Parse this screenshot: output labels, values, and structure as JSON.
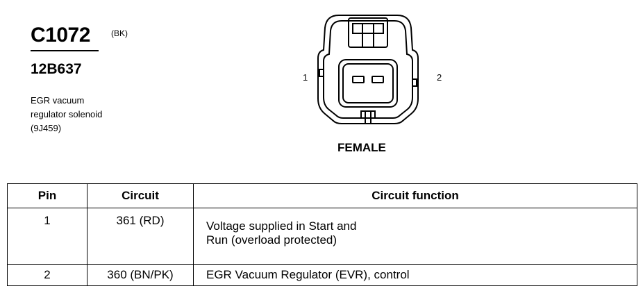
{
  "connector": {
    "id": "C1072",
    "color_code": "(BK)",
    "part_number": "12B637",
    "description_lines": [
      "EGR vacuum",
      "regulator solenoid",
      "(9J459)"
    ],
    "gender": "FEMALE",
    "pin_labels": [
      "1",
      "2"
    ]
  },
  "table": {
    "headers": [
      "Pin",
      "Circuit",
      "Circuit function"
    ],
    "rows": [
      {
        "pin": "1",
        "circuit": "361 (RD)",
        "function_lines": [
          "Voltage supplied in Start and",
          "Run (overload protected)"
        ]
      },
      {
        "pin": "2",
        "circuit": "360 (BN/PK)",
        "function_lines": [
          "EGR Vacuum Regulator (EVR), control"
        ]
      }
    ]
  }
}
